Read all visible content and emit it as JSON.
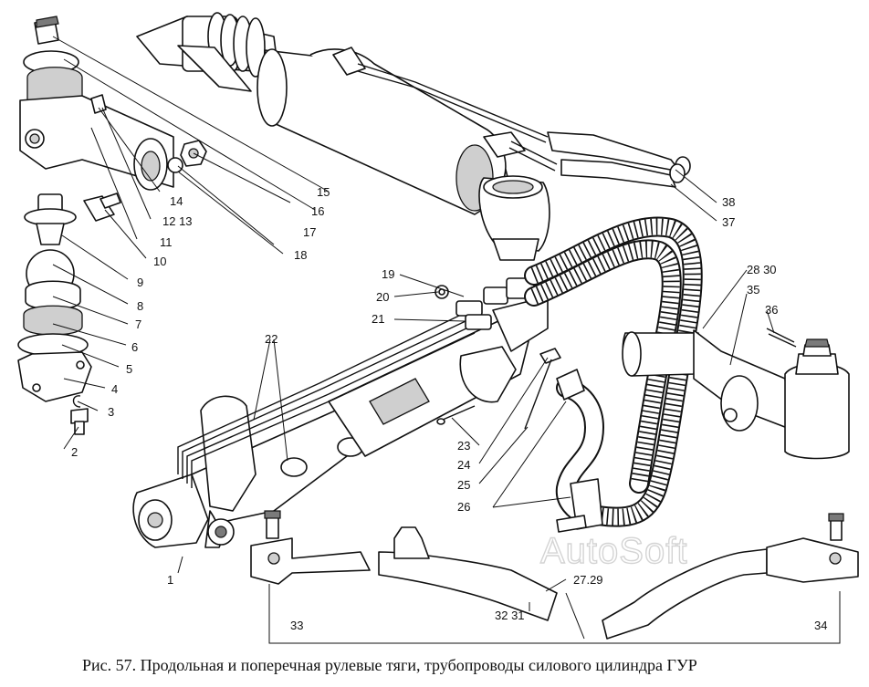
{
  "caption": "Рис. 57. Продольная и поперечная рулевые тяги, трубопроводы силового цилиндра ГУР",
  "watermark": "AutoSoft",
  "callouts": [
    {
      "id": "c1",
      "text": "1"
    },
    {
      "id": "c2",
      "text": "2"
    },
    {
      "id": "c3",
      "text": "3"
    },
    {
      "id": "c4",
      "text": "4"
    },
    {
      "id": "c5",
      "text": "5"
    },
    {
      "id": "c6",
      "text": "6"
    },
    {
      "id": "c7",
      "text": "7"
    },
    {
      "id": "c8",
      "text": "8"
    },
    {
      "id": "c9",
      "text": "9"
    },
    {
      "id": "c10",
      "text": "10"
    },
    {
      "id": "c11",
      "text": "11"
    },
    {
      "id": "c1213",
      "text": "12 13"
    },
    {
      "id": "c14",
      "text": "14"
    },
    {
      "id": "c15",
      "text": "15"
    },
    {
      "id": "c16",
      "text": "16"
    },
    {
      "id": "c17",
      "text": "17"
    },
    {
      "id": "c18",
      "text": "18"
    },
    {
      "id": "c19",
      "text": "19"
    },
    {
      "id": "c20",
      "text": "20"
    },
    {
      "id": "c21",
      "text": "21"
    },
    {
      "id": "c22",
      "text": "22"
    },
    {
      "id": "c23",
      "text": "23"
    },
    {
      "id": "c24",
      "text": "24"
    },
    {
      "id": "c25",
      "text": "25"
    },
    {
      "id": "c26",
      "text": "26"
    },
    {
      "id": "c2729",
      "text": "27.29"
    },
    {
      "id": "c2830",
      "text": "28 30"
    },
    {
      "id": "c3231",
      "text": "32 31"
    },
    {
      "id": "c33",
      "text": "33"
    },
    {
      "id": "c34",
      "text": "34"
    },
    {
      "id": "c35",
      "text": "35"
    },
    {
      "id": "c36",
      "text": "36"
    },
    {
      "id": "c37",
      "text": "37"
    },
    {
      "id": "c38",
      "text": "38"
    }
  ]
}
